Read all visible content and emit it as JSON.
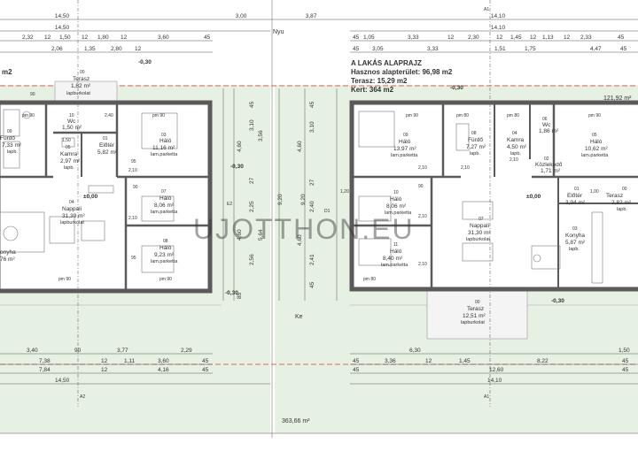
{
  "header": {
    "title": "A LAKÁS ALAPRAJZ",
    "area_line": "Hasznos alapterület:  96,98 m2",
    "terrace_line": "Terasz:  15,29 m2",
    "garden_line": "Kert:  364 m2"
  },
  "plot": {
    "area_right": "121,92 m²",
    "area_total": "363,66 m²",
    "left_partial_area": "m2"
  },
  "compass": {
    "north": "Nyu",
    "south": "Ke"
  },
  "section_marks": {
    "a1": "A1",
    "a2": "A2",
    "e2": "E2",
    "d1": "D1"
  },
  "levels": {
    "outside_top_left": "-0,30",
    "outside_top_right": "-0,30",
    "outside_left_mid": "-0,30",
    "outside_left_bottom": "-0,30",
    "outside_right_bottom": "-0,30",
    "floor_left": "±0,00",
    "floor_right": "±0,00"
  },
  "top_dims": {
    "row1_left": "14,50",
    "row1_mid_a": "3,00",
    "row1_mid_b": "3,87",
    "row1_right": "14,10",
    "row2_left": "14,50",
    "row2_right": "14,10",
    "row3_left": [
      "2,32",
      "12",
      "1,50",
      "12",
      "1,80",
      "12",
      "3,60",
      "45"
    ],
    "row3_right": [
      "45",
      "1,05",
      "3,33",
      "12",
      "2,30",
      "12",
      "1,45",
      "12",
      "1,13",
      "12",
      "2,33",
      "45"
    ],
    "row4_left": [
      "2,06",
      "1,35",
      "2,80",
      "12"
    ],
    "row4_right": [
      "45",
      "3,05",
      "3,33",
      "1,51",
      "1,75",
      "4,47",
      "45"
    ]
  },
  "bottom_dims": {
    "row1_left": [
      "3,40",
      "90",
      "3,77",
      "2,29"
    ],
    "row1_right": [
      "6,30",
      "1,50"
    ],
    "row2_left": [
      "7,38",
      "12",
      "1,11",
      "3,60",
      "45"
    ],
    "row2_right": [
      "45",
      "3,36",
      "12",
      "1,45",
      "8,22",
      "45"
    ],
    "row3_left": [
      "7,84",
      "12",
      "4,16",
      "45"
    ],
    "row3_right": [
      "45",
      "12,60",
      "45"
    ],
    "row4_left": "14,50",
    "row4_right": "14,10"
  },
  "side_dims": {
    "left_a": [
      "45",
      "4,60",
      "3,10",
      "3,56",
      "27",
      "4,60",
      "2,25",
      "2,56",
      "4,60",
      "27",
      "2,56",
      "45",
      "85"
    ],
    "right_a": [
      "45",
      "4,60",
      "3,10",
      "27",
      "9,20",
      "2,40",
      "4,60",
      "27",
      "2,41",
      "45"
    ],
    "center": [
      "9,20",
      "5,64"
    ]
  },
  "terraces": {
    "left_top": {
      "name": "Terasz",
      "area": "1,82 m²",
      "floor": "lapburkolat",
      "id": "00"
    },
    "right_bottom": {
      "name": "Terasz",
      "area": "12,51 m²",
      "floor": "lapburkolat",
      "id": "00"
    },
    "right_entry": {
      "name": "Terasz",
      "area": "2,82 m²",
      "floor": "lapb.",
      "id": "00"
    }
  },
  "left_rooms": [
    {
      "id": "09",
      "name": "Fürdő",
      "area": "7,33 m²",
      "floor": "lapb."
    },
    {
      "id": "10",
      "name": "Wc",
      "area": "1,50 m²",
      "floor": "lapb."
    },
    {
      "id": "05",
      "name": "Kamra",
      "area": "2,97 m²",
      "floor": "lapb."
    },
    {
      "id": "01",
      "name": "Előtér",
      "area": "5,82 m²",
      "floor": "lapb."
    },
    {
      "id": "03",
      "name": "Háló",
      "area": "11,16 m²",
      "floor": "lam.parketta"
    },
    {
      "id": "07",
      "name": "Háló",
      "area": "8,06 m²",
      "floor": "lam.parketta"
    },
    {
      "id": "04",
      "name": "Nappali",
      "area": "31,39 m²",
      "floor": "lapburkolat"
    },
    {
      "id": "08",
      "name": "Háló",
      "area": "9,23 m²",
      "floor": "lam.parketta"
    },
    {
      "id": "",
      "name": "onyha",
      "area": "76 m²",
      "floor": ""
    }
  ],
  "right_rooms": [
    {
      "id": "09",
      "name": "Háló",
      "area": "13,97 m²",
      "floor": "lam.parketta"
    },
    {
      "id": "08",
      "name": "Fürdő",
      "area": "7,27 m²",
      "floor": "lapb."
    },
    {
      "id": "04",
      "name": "Kamra",
      "area": "4,50 m²",
      "floor": "lapb."
    },
    {
      "id": "06",
      "name": "Wc",
      "area": "1,86 m²",
      "floor": "lapb."
    },
    {
      "id": "05",
      "name": "Háló",
      "area": "10,62 m²",
      "floor": "lam.parketta"
    },
    {
      "id": "02",
      "name": "Közlekedő",
      "area": "1,71 m²",
      "floor": "lapb."
    },
    {
      "id": "10",
      "name": "Háló",
      "area": "8,06 m²",
      "floor": "lam.parketta"
    },
    {
      "id": "07",
      "name": "Nappali",
      "area": "31,30 m²",
      "floor": "lapburkolat"
    },
    {
      "id": "01",
      "name": "Előtér",
      "area": "3,94 m²",
      "floor": "lapb."
    },
    {
      "id": "11",
      "name": "Háló",
      "area": "8,40 m²",
      "floor": "lam.parketta"
    },
    {
      "id": "03",
      "name": "Konyha",
      "area": "5,87 m²",
      "floor": "lapb."
    }
  ],
  "openings": {
    "pm90": "pm 90",
    "pm80": "pm 80",
    "s90": "90",
    "s210": "2,10",
    "s95": "95",
    "s150": "1,50",
    "s240": "2,40",
    "s120": "1,20",
    "s100": "1,00"
  },
  "watermark": "UJOTTHON.EU",
  "colors": {
    "wall": "#5a5a5a",
    "garden": "#e6f0e3",
    "terrace": "#f4f4f4",
    "plot_line": "#d83a3a",
    "dim_line": "#555555"
  }
}
